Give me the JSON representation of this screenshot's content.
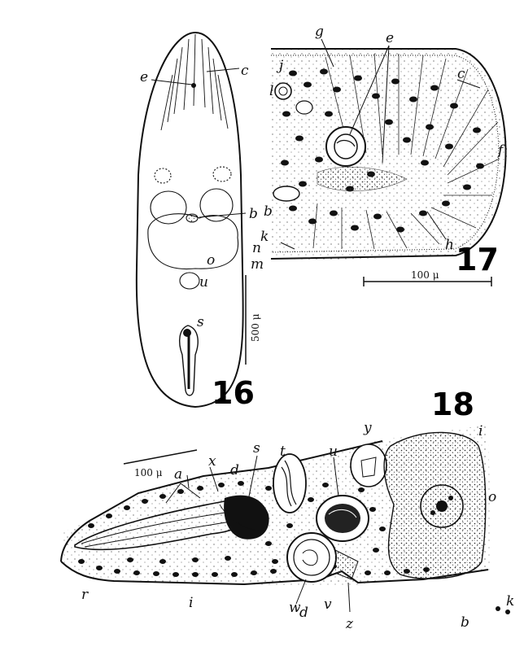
{
  "figures": {
    "fig16": {
      "number": "16",
      "scale_label": "500 μ",
      "labels": {
        "e": "e",
        "c": "c",
        "b": "b",
        "o": "o",
        "u": "u",
        "s": "s"
      }
    },
    "fig17": {
      "number": "17",
      "scale_label": "100 μ",
      "labels": {
        "g": "g",
        "e": "e",
        "j": "j",
        "l": "l",
        "c": "c",
        "f": "f",
        "b": "b",
        "k": "k",
        "n": "n",
        "m": "m",
        "h": "h"
      }
    },
    "fig18": {
      "number": "18",
      "scale_label": "100 μ",
      "labels": {
        "a": "a",
        "x": "x",
        "d": "d",
        "s": "s",
        "t": "t",
        "u": "u",
        "y": "y",
        "i_top": "i",
        "o": "o",
        "r": "r",
        "i_bottom": "i",
        "w": "w",
        "d2": "d",
        "v": "v",
        "z": "z",
        "b": "b",
        "k": "k"
      }
    }
  },
  "colors": {
    "ink": "#111111",
    "paper": "#ffffff"
  }
}
